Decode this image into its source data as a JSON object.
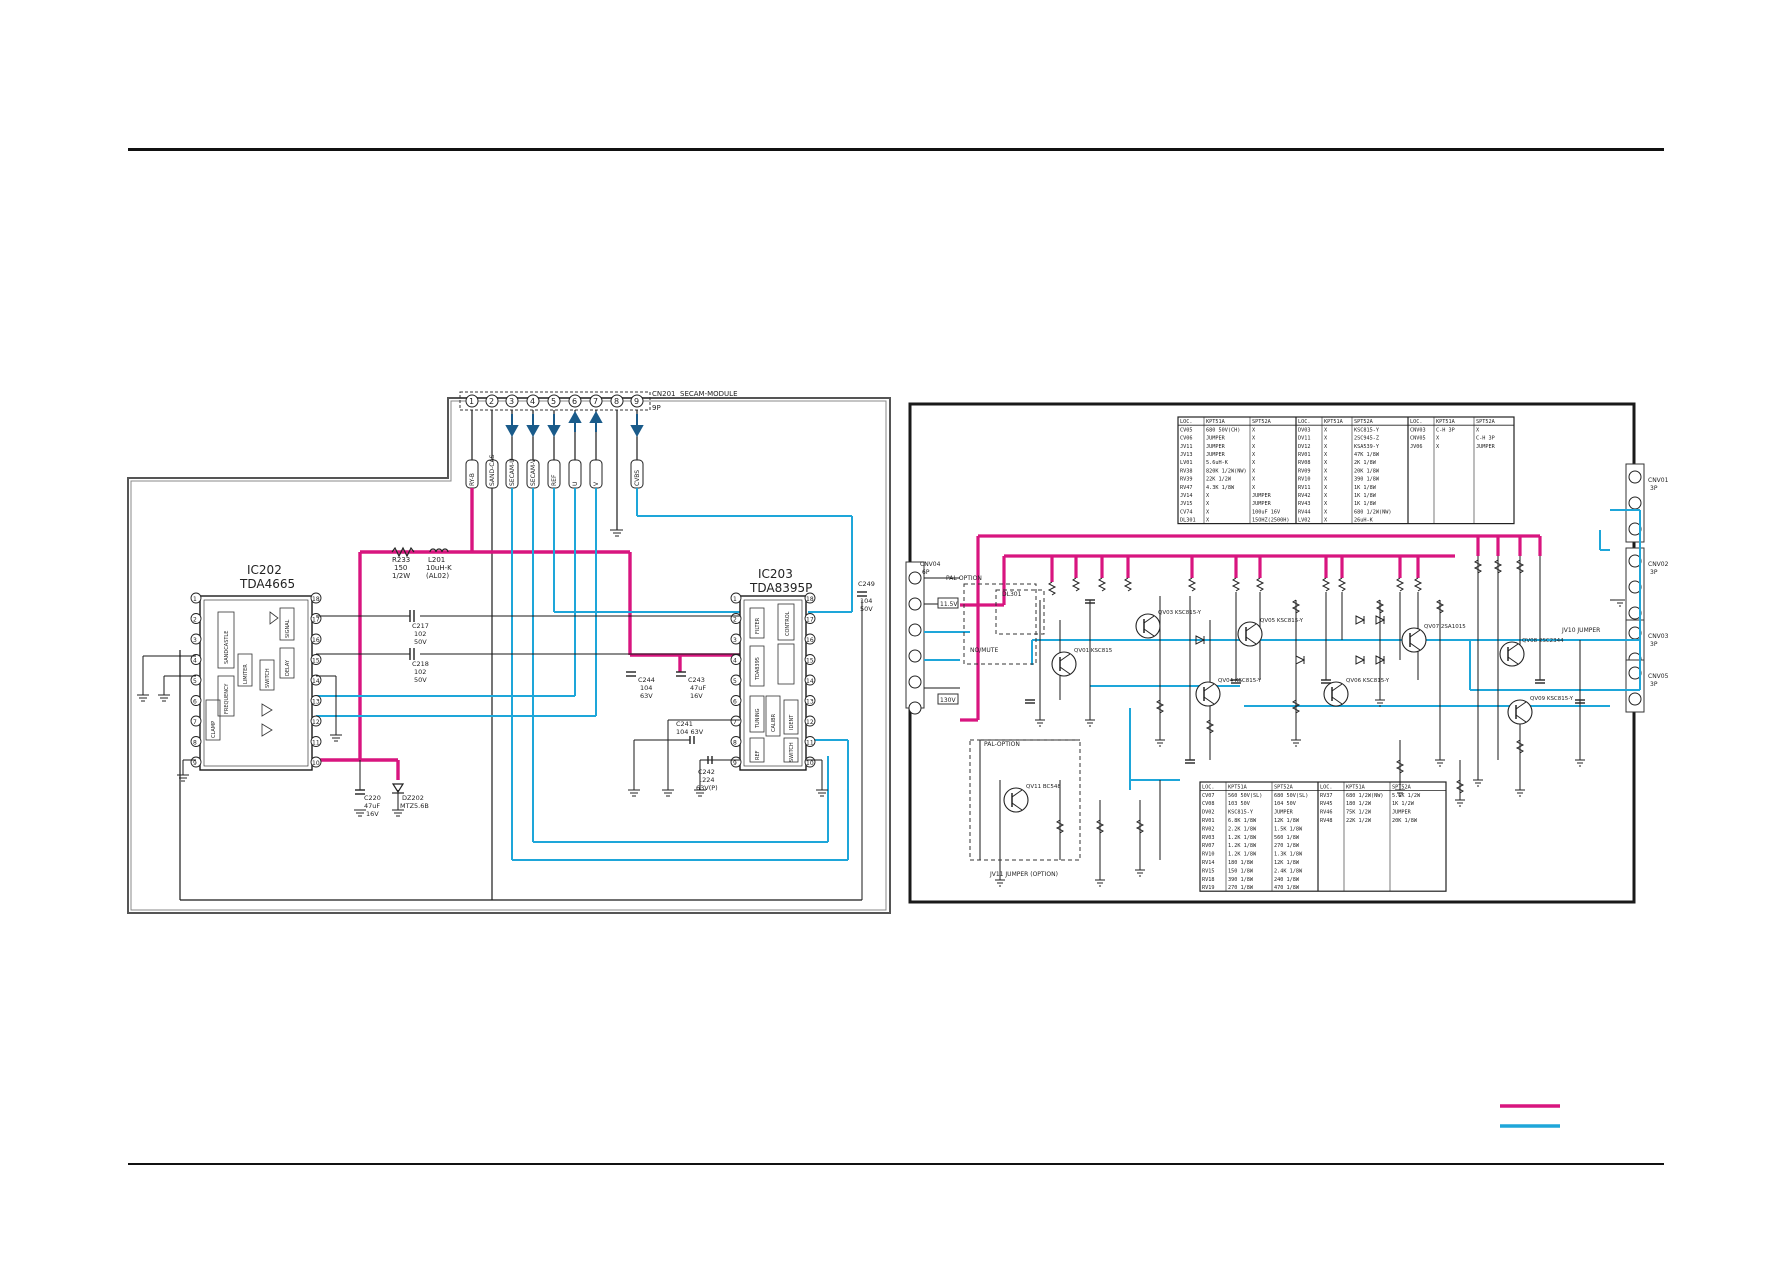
{
  "colors": {
    "magenta": "#d8157f",
    "cyan": "#1ea6d9",
    "ink": "#1a1a1a",
    "frame": "#555555"
  },
  "left_panel": {
    "connector": {
      "ref": "CN201",
      "label": "SECAM-MODULE",
      "pins_note": "9P",
      "pins": [
        "1",
        "2",
        "3",
        "4",
        "5",
        "6",
        "7",
        "8",
        "9"
      ]
    },
    "signal_tags": [
      "RY-B",
      "SAND-CAS",
      "SECAM-U",
      "SECAM-V",
      "REF",
      "U",
      "V",
      "CVBS"
    ],
    "ic202": {
      "ref": "IC202",
      "part": "TDA4665",
      "blocks": [
        "SANDCASTLE DETECTOR",
        "FREQUENCY DETECTOR",
        "LIMITER",
        "SWITCH",
        "SIGNAL",
        "DELAY",
        "CLAMP"
      ]
    },
    "ic203": {
      "ref": "IC203",
      "part": "TDA8395P",
      "blocks": [
        "TDA8395",
        "IDENT",
        "CONTROL",
        "SWITCH",
        "CALIBR",
        "FILTER",
        "TUNING",
        "REF"
      ]
    },
    "r233": {
      "ref": "R233",
      "value": "150",
      "rating": "1/2W"
    },
    "l201": {
      "ref": "L201",
      "value": "10uH-K",
      "note": "(AL02)"
    },
    "c217": {
      "ref": "C217",
      "value": "102",
      "rating": "50V"
    },
    "c218": {
      "ref": "C218",
      "value": "102",
      "rating": "50V"
    },
    "c244": {
      "ref": "C244",
      "value": "104",
      "rating": "63V"
    },
    "c243": {
      "ref": "C243",
      "value": "47uF",
      "rating": "16V"
    },
    "c241": {
      "ref": "C241",
      "value": "104 63V"
    },
    "c242": {
      "ref": "C242",
      "value": ".224",
      "rating": "63V(P)"
    },
    "c249": {
      "ref": "C249",
      "value": "104",
      "rating": "50V"
    },
    "c220": {
      "ref": "C220",
      "value": "47uF",
      "rating": "16V"
    },
    "dz202": {
      "ref": "DZ202",
      "value": "MTZ5.6B"
    }
  },
  "right_panel": {
    "connectors": [
      {
        "ref": "CNV04",
        "pins": "6P"
      },
      {
        "ref": "CNV01",
        "pins": "3P"
      },
      {
        "ref": "CNV02",
        "pins": "3P"
      },
      {
        "ref": "CNV03",
        "pins": "3P"
      },
      {
        "ref": "CNV05",
        "pins": "3P"
      }
    ],
    "rail_labels": [
      "11.5V",
      "130V",
      "PAL-OPTION",
      "NO/MUTE"
    ],
    "table_top": {
      "headers": [
        "LOC.",
        "KPT51A",
        "SPT52A",
        "LOC.",
        "KPT51A",
        "SPT52A",
        "LOC.",
        "KPT51A",
        "SPT52A"
      ],
      "rows": [
        [
          "CV05",
          "680 50V(CH)",
          "X",
          "DV03",
          "X",
          "KSC815-Y",
          "CNV03",
          "C-H 3P",
          "X"
        ],
        [
          "CV06",
          "JUMPER",
          "X",
          "DV11",
          "X",
          "2SC945-Z",
          "CNV05",
          "X",
          "C-H 3P"
        ],
        [
          "JV11",
          "JUMPER",
          "X",
          "DV12",
          "X",
          "KSA539-Y",
          "JV06",
          "X",
          "JUMPER"
        ],
        [
          "JV13",
          "JUMPER",
          "X",
          "RV01",
          "X",
          "47K 1/8W",
          "",
          "",
          ""
        ],
        [
          "LV01",
          "5.6uH-K",
          "X",
          "RV08",
          "X",
          "2K 1/8W",
          "",
          "",
          ""
        ],
        [
          "RV38",
          "820K 1/2W(NW)",
          "X",
          "RV09",
          "X",
          "20K 1/8W",
          "",
          "",
          ""
        ],
        [
          "RV39",
          "22K 1/2W",
          "X",
          "RV10",
          "X",
          "390 1/8W",
          "",
          "",
          ""
        ],
        [
          "RV47",
          "4.3K 1/8W",
          "X",
          "RV11",
          "X",
          "1K 1/8W",
          "",
          "",
          ""
        ],
        [
          "JV14",
          "X",
          "JUMPER",
          "RV42",
          "X",
          "1K 1/8W",
          "",
          "",
          ""
        ],
        [
          "JV15",
          "X",
          "JUMPER",
          "RV43",
          "X",
          "1K 1/8W",
          "",
          "",
          ""
        ],
        [
          "CV74",
          "X",
          "100uF 16V",
          "RV44",
          "X",
          "680 1/2W(NW)",
          "",
          "",
          ""
        ],
        [
          "DL301",
          "X",
          "15OHZ(2500H)",
          "LV02",
          "X",
          "26uH-K",
          "",
          "",
          ""
        ]
      ]
    },
    "table_bottom": {
      "headers": [
        "LOC.",
        "KPT51A",
        "SPT52A",
        "LOC.",
        "KPT51A",
        "SPT52A"
      ],
      "rows": [
        [
          "CV07",
          "560 50V(SL)",
          "680 50V(SL)",
          "RV37",
          "680 1/2W(NW)",
          "5.6K 1/2W"
        ],
        [
          "CV08",
          "103 50V",
          "104 50V",
          "RV45",
          "180 1/2W",
          "1K 1/2W"
        ],
        [
          "DV02",
          "KSC815-Y",
          "JUMPER",
          "RV46",
          "75K 1/2W",
          "JUMPER"
        ],
        [
          "RV01",
          "6.8K 1/8W",
          "12K 1/8W",
          "RV48",
          "22K 1/2W",
          "20K 1/8W"
        ],
        [
          "RV02",
          "2.2K 1/8W",
          "1.5K 1/8W",
          "",
          "",
          ""
        ],
        [
          "RV03",
          "1.2K 1/8W",
          "560 1/8W",
          "",
          "",
          ""
        ],
        [
          "RV07",
          "1.2K 1/8W",
          "270 1/8W",
          "",
          "",
          ""
        ],
        [
          "RV10",
          "1.2K 1/8W",
          "1.3K 1/8W",
          "",
          "",
          ""
        ],
        [
          "RV14",
          "180 1/8W",
          "12K 1/8W",
          "",
          "",
          ""
        ],
        [
          "RV15",
          "150 1/8W",
          "2.4K 1/8W",
          "",
          "",
          ""
        ],
        [
          "RV18",
          "390 1/8W",
          "240 1/8W",
          "",
          "",
          ""
        ],
        [
          "RV19",
          "270 1/8W",
          "470 1/8W",
          "",
          "",
          ""
        ]
      ]
    },
    "transistors": [
      "QV01 KSC815",
      "QV03 KSC815-Y",
      "QV04 KSC815-Y",
      "QV05 KSC815-Y",
      "QV06 KSC815-Y",
      "QV07 2SA1015",
      "QV08 2SC2344",
      "QV09 KSC815-Y",
      "QV11 BC548"
    ],
    "misc_labels": [
      "DL301",
      "JV10 JUMPER",
      "JV11 JUMPER (OPTION)",
      "PAL-OPTION"
    ]
  },
  "legend": [
    {
      "color": "#d8157f"
    },
    {
      "color": "#1ea6d9"
    }
  ]
}
